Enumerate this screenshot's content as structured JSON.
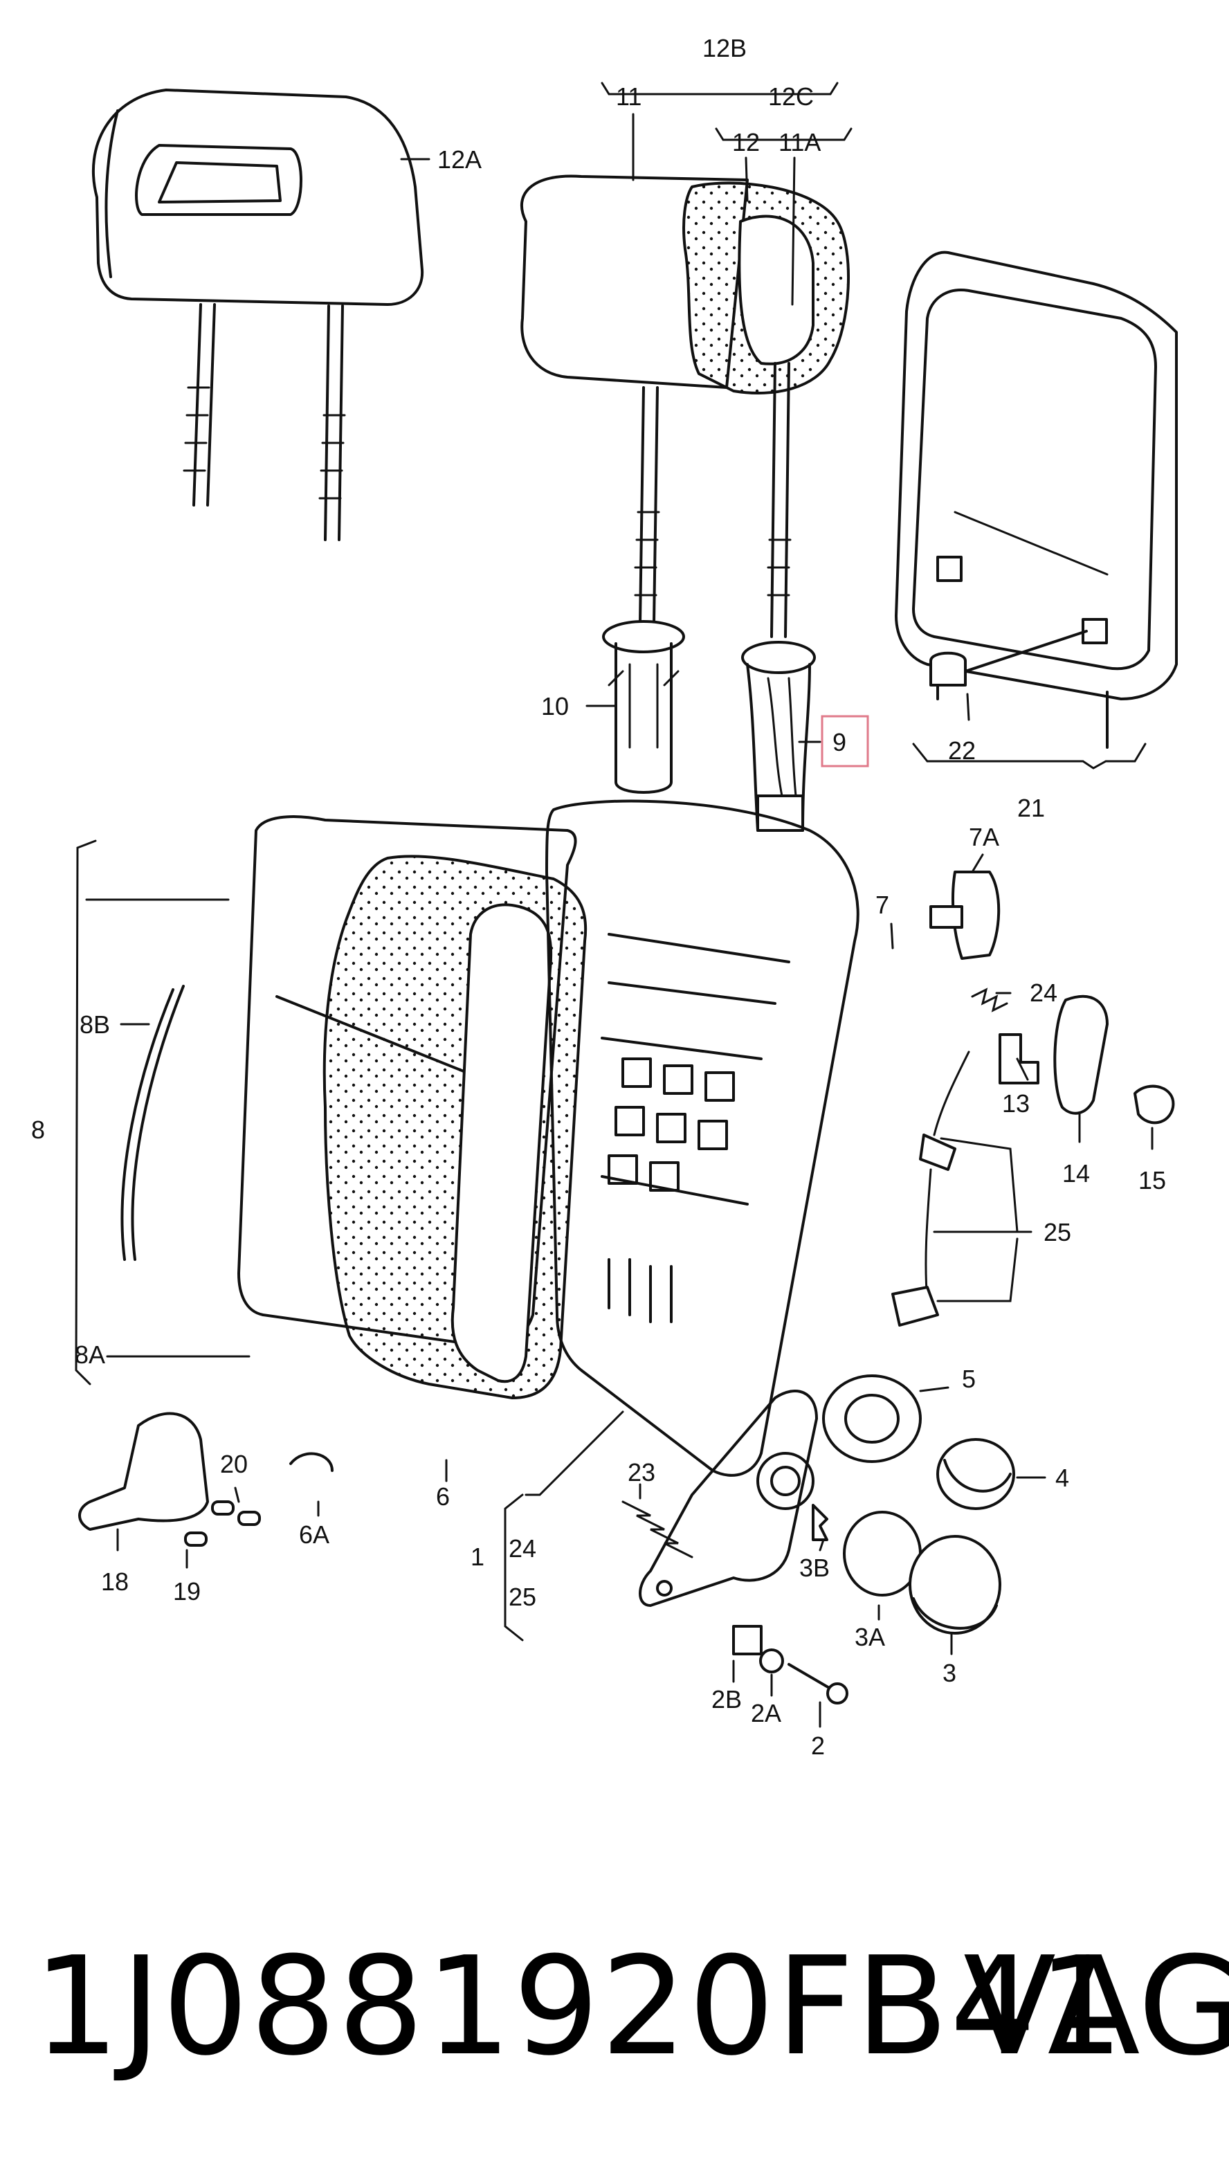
{
  "highlight_color": "#e07a8a",
  "labels": {
    "l12B": "12B",
    "l11": "11",
    "l12C": "12C",
    "l12": "12",
    "l11A": "11A",
    "l12A": "12A",
    "l10": "10",
    "l9": "9",
    "l22": "22",
    "l21": "21",
    "l7A": "7A",
    "l7": "7",
    "l24a": "24",
    "l13": "13",
    "l14": "14",
    "l15": "15",
    "l25a": "25",
    "l8B": "8B",
    "l8": "8",
    "l8A": "8A",
    "l6": "6",
    "l5": "5",
    "l4": "4",
    "l20": "20",
    "l6A": "6A",
    "l18": "18",
    "l19": "19",
    "l23": "23",
    "l1": "1",
    "l24b": "24",
    "l25b": "25",
    "l3B": "3B",
    "l3A": "3A",
    "l3": "3",
    "l2B": "2B",
    "l2A": "2A",
    "l2": "2"
  },
  "footer": {
    "part_number": "1J0881920FB41",
    "brand": "VAG"
  }
}
